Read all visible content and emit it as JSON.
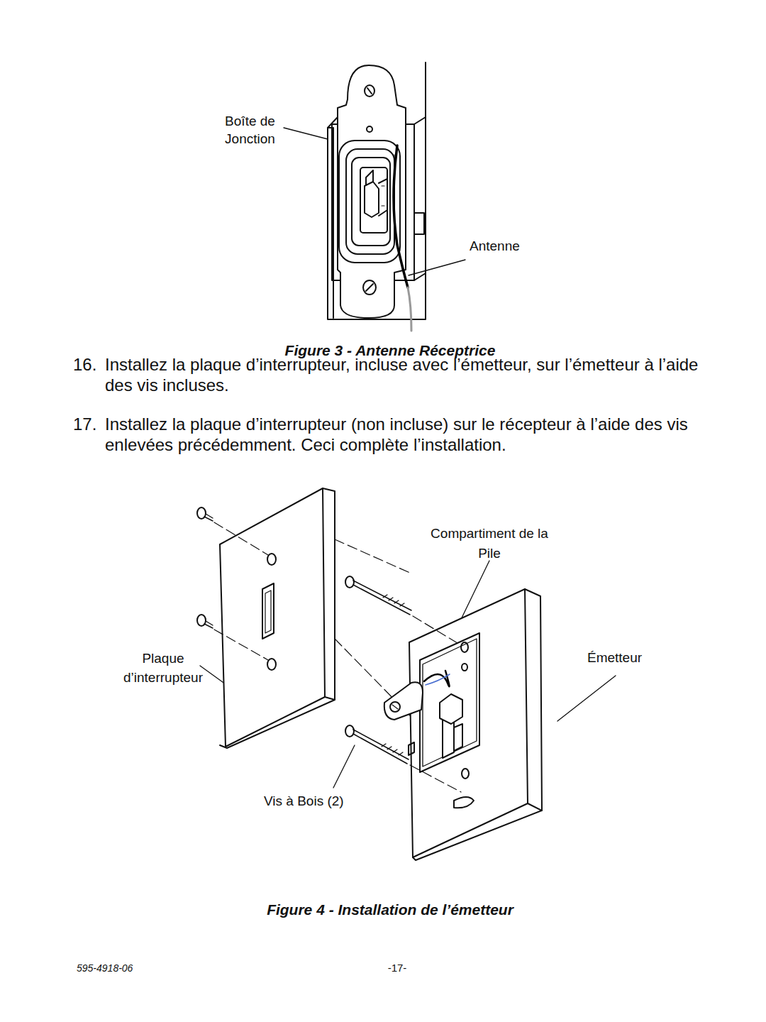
{
  "diagram": {
    "labels": [
      "Boîte de Jonction",
      "Antenne",
      "Figure 3 - Antenne Réceptrice",
      "16.",
      "Installez la plaque d’interrupteur, incluse avec l’émetteur, sur l’émetteur à l’aide des vis incluses.",
      "17.",
      "Installez la plaque d’interrupteur (non incluse) sur le récepteur à l’aide des vis enlevées précédemment. Ceci complète l’installation.",
      "Compartiment de la Pile",
      "Émetteur",
      "Plaque d’interrupteur",
      "Vis à Bois (2)",
      "Figure 4 - Installation de l’émetteur",
      "595-4918-06",
      "-17-"
    ]
  }
}
